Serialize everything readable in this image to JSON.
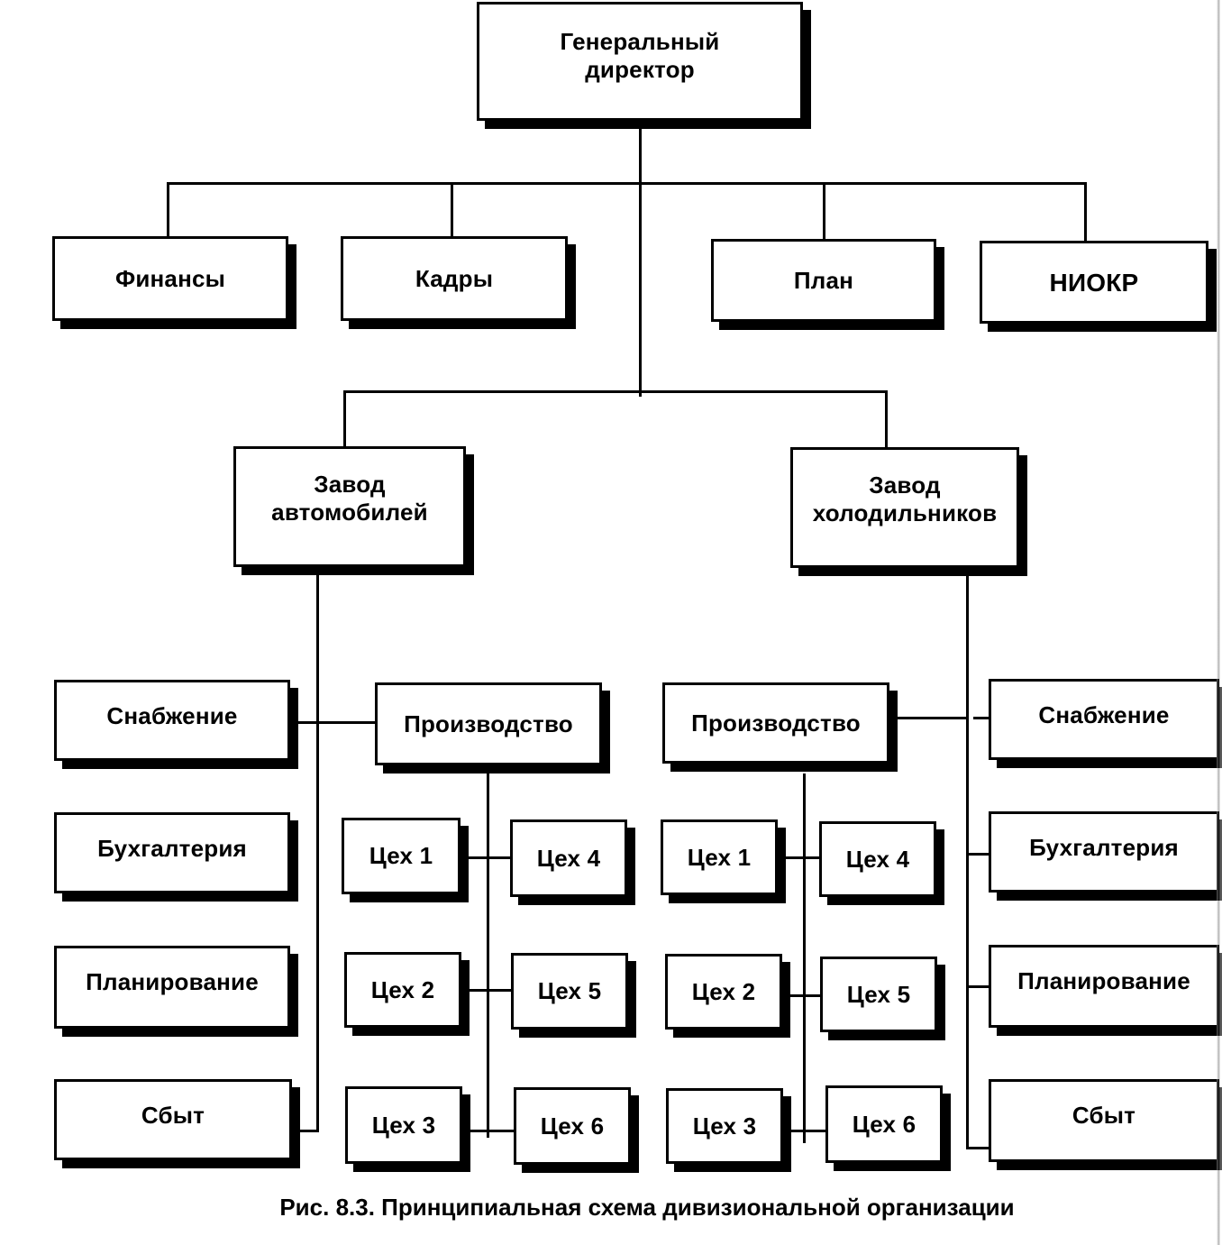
{
  "diagram": {
    "type": "org-chart",
    "root": {
      "label_line1": "Генеральный",
      "label_line2": "директор"
    },
    "staff_units": [
      {
        "label": "Финансы"
      },
      {
        "label": "Кадры"
      },
      {
        "label": "План"
      },
      {
        "label": "НИОКР"
      }
    ],
    "divisions": [
      {
        "label_line1": "Завод",
        "label_line2": "автомобилей",
        "functions": [
          "Снабжение",
          "Бухгалтерия",
          "Планирование",
          "Сбыт"
        ],
        "production": {
          "label": "Производство",
          "workshops": [
            "Цех 1",
            "Цех 2",
            "Цех 3",
            "Цех 4",
            "Цех 5",
            "Цех 6"
          ]
        }
      },
      {
        "label_line1": "Завод",
        "label_line2": "холодильников",
        "functions": [
          "Снабжение",
          "Бухгалтерия",
          "Планирование",
          "Сбыт"
        ],
        "production": {
          "label": "Производство",
          "workshops": [
            "Цех 1",
            "Цех 2",
            "Цех 3",
            "Цех 4",
            "Цех 5",
            "Цех 6"
          ]
        }
      }
    ],
    "caption": "Рис. 8.3. Принципиальная схема дивизиональной организации"
  }
}
